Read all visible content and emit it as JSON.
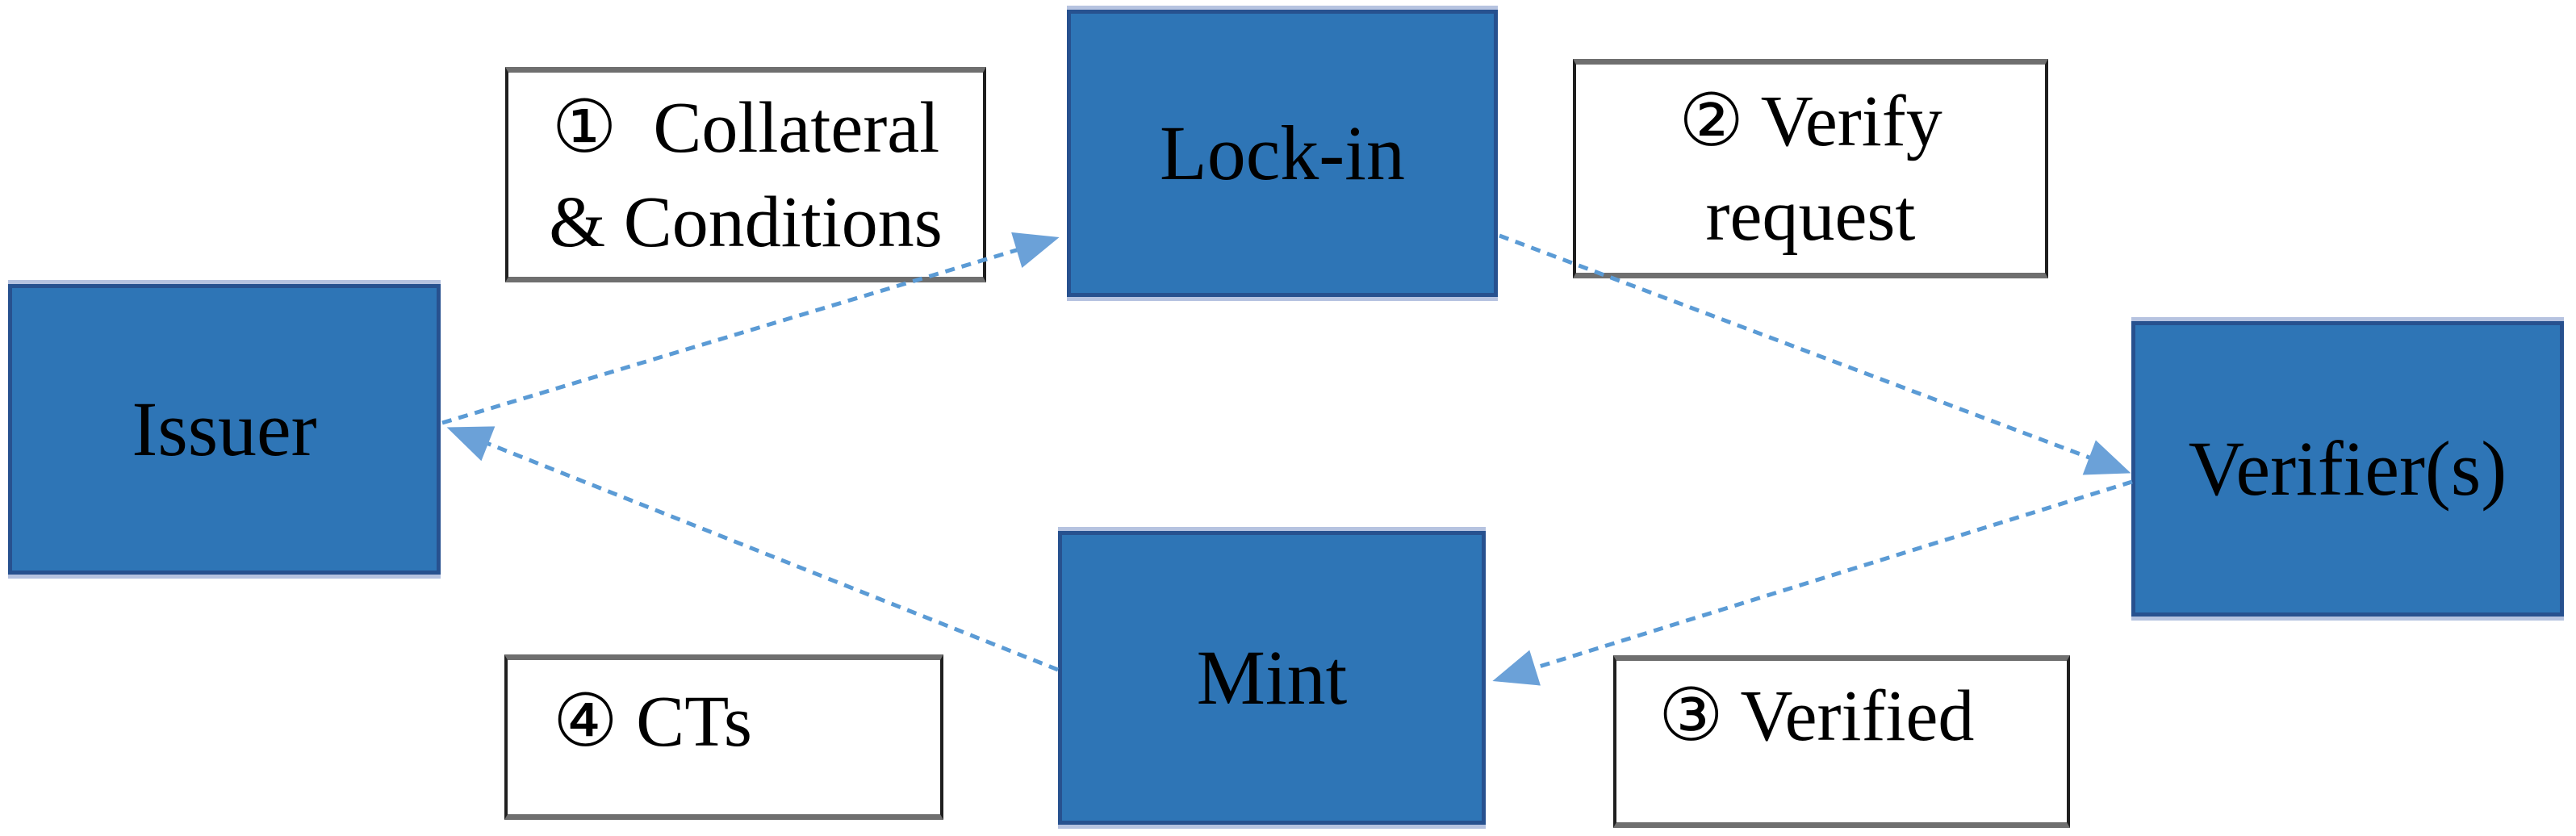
{
  "diagram": {
    "background_color": "#ffffff",
    "node_fill_color": "#2e75b6",
    "node_border_color": "#27518f",
    "arrow_color": "#5b9bd5",
    "note_border_color": "#6f6f6f",
    "text_color": "#000000",
    "nodes": [
      {
        "id": "issuer",
        "label": "Issuer"
      },
      {
        "id": "lockin",
        "label": "Lock-in"
      },
      {
        "id": "verifiers",
        "label": "Verifier(s)"
      },
      {
        "id": "mint",
        "label": "Mint"
      }
    ],
    "notes": [
      {
        "id": "step-1",
        "text": "①  Collateral\n& Conditions"
      },
      {
        "id": "step-2",
        "text": "② Verify\nrequest"
      },
      {
        "id": "step-3",
        "text": "③ Verified"
      },
      {
        "id": "step-4",
        "text": "④ CTs"
      }
    ],
    "edges": [
      {
        "from": "Issuer",
        "to": "Lock-in",
        "step": "①",
        "label": "Collateral & Conditions"
      },
      {
        "from": "Lock-in",
        "to": "Verifier(s)",
        "step": "②",
        "label": "Verify request"
      },
      {
        "from": "Verifier(s)",
        "to": "Mint",
        "step": "③",
        "label": "Verified"
      },
      {
        "from": "Mint",
        "to": "Issuer",
        "step": "④",
        "label": "CTs"
      }
    ]
  }
}
